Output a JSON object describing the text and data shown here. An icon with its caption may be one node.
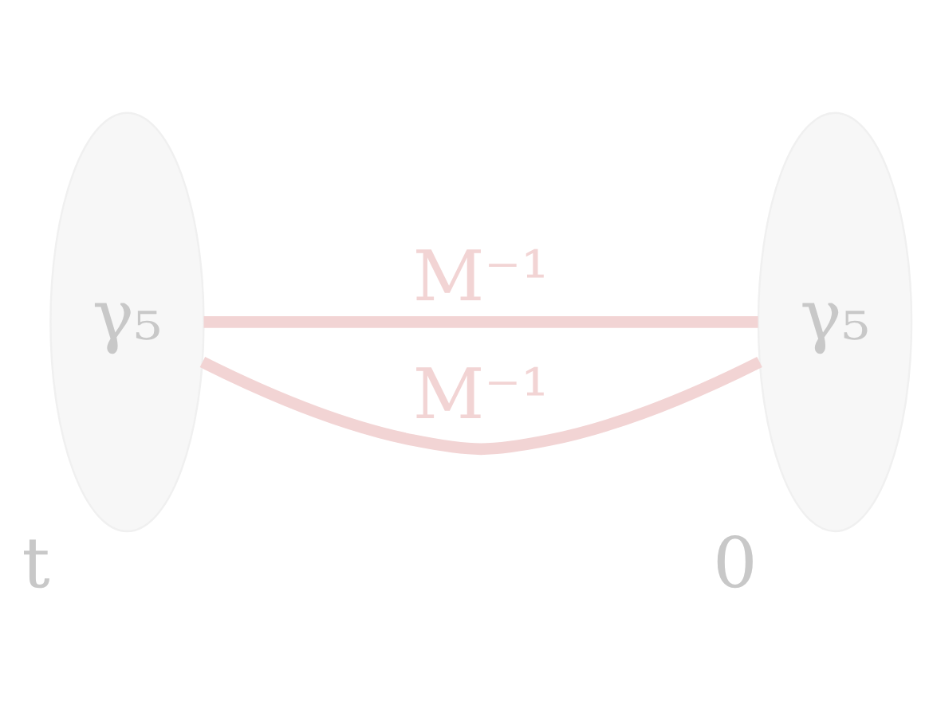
{
  "diagram": {
    "nodes": [
      {
        "text": [
          "γ₅"
        ],
        "beside": [
          "t"
        ]
      },
      {
        "text": [
          "γ₅"
        ],
        "beside": [
          "0"
        ]
      }
    ],
    "edges": [
      {
        "from": 0,
        "to": 1,
        "arrow": "none",
        "label": "M⁻¹"
      },
      {
        "from": 0,
        "to": 1,
        "arrow": "none",
        "label": "M⁻¹"
      }
    ]
  }
}
